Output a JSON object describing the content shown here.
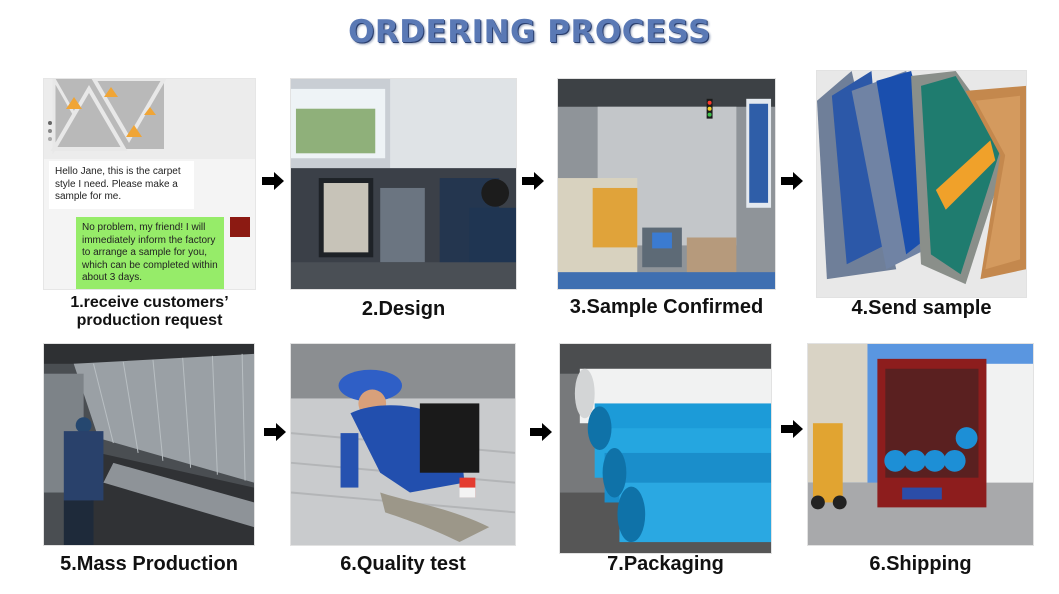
{
  "title": "ORDERING PROCESS",
  "chat": {
    "customer_message": "Hello Jane, this is the carpet style I need. Please make a sample for me.",
    "reply_message": "No problem, my friend! I will immediately inform the factory to arrange a sample for you, which can be completed within about 3 days."
  },
  "steps": [
    {
      "label_line1": "1.receive customers’",
      "label_line2": "production request"
    },
    {
      "label": "2.Design"
    },
    {
      "label": "3.Sample Confirmed"
    },
    {
      "label": "4.Send sample"
    },
    {
      "label": "5.Mass Production"
    },
    {
      "label": "6.Quality test"
    },
    {
      "label": "7.Packaging"
    },
    {
      "label": "6.Shipping"
    }
  ],
  "colors": {
    "title": "#5a79b5",
    "chat_reply_bubble": "#96ec69",
    "arrow": "#000000"
  },
  "icons": {
    "arrow": "right-arrow-icon"
  }
}
